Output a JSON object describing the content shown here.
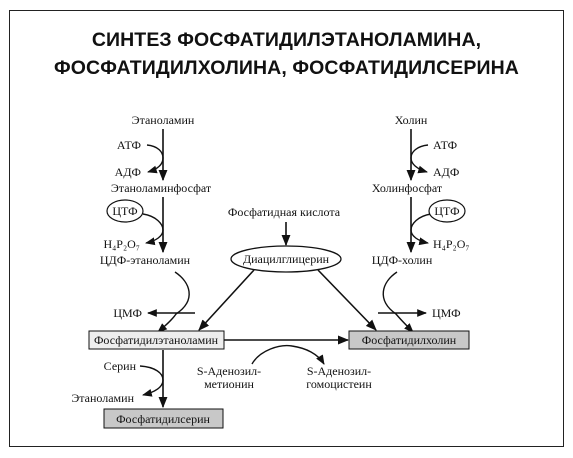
{
  "title": {
    "line1": "СИНТЕЗ ФОСФАТИДИЛЭТАНОЛАМИНА,",
    "line2": "ФОСФАТИДИЛХОЛИНА, ФОСФАТИДИЛСЕРИНА"
  },
  "left": {
    "ethanolamine": "Этаноламин",
    "atp": "АТФ",
    "adp": "АДФ",
    "phosphoethanolamine": "Этаноламинфосфат",
    "ctp": "ЦТФ",
    "ppi": "H₄P₂O₇",
    "cdp_ethanolamine": "ЦДФ-этаноламин",
    "cmp": "ЦМФ"
  },
  "center": {
    "phosphatidic_acid": "Фосфатидная кислота",
    "diacylglycerol": "Диацилглицерин",
    "same_line1": "S-Аденозил-",
    "same_line2": "метионин",
    "sah_line1": "S-Аденозил-",
    "sah_line2": "гомоцистеин"
  },
  "right": {
    "choline": "Холин",
    "atp": "АТФ",
    "adp": "АДФ",
    "phosphocholine": "Холинфосфат",
    "ctp": "ЦТФ",
    "ppi": "H₄P₂O₇",
    "cdp_choline": "ЦДФ-холин",
    "cmp": "ЦМФ"
  },
  "products": {
    "pe": "Фосфатидилэтаноламин",
    "pc": "Фосфатидилхолин",
    "serine": "Серин",
    "ethanolamine_out": "Этаноламин",
    "ps": "Фосфатидилсерин"
  }
}
